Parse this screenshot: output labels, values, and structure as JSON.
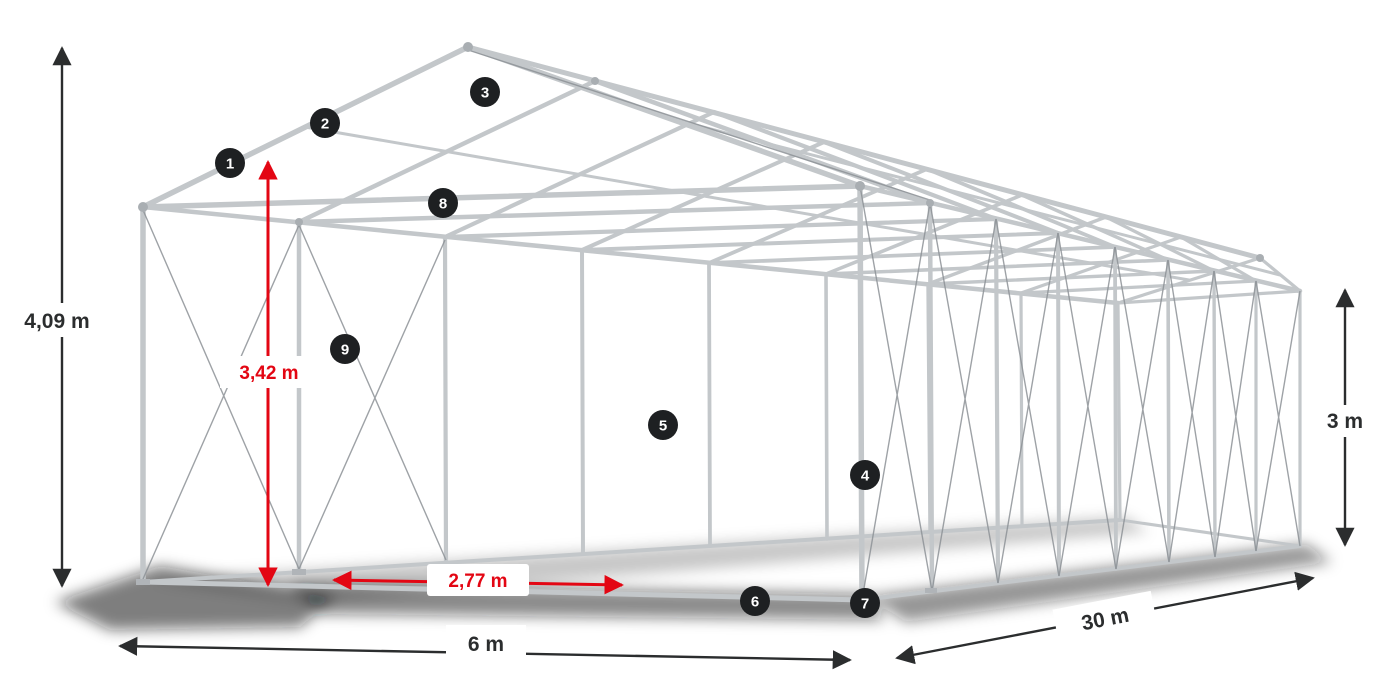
{
  "diagram": {
    "type": "tent-frame-perspective-wireframe",
    "dimensions": {
      "total_height": "4,09 m",
      "inner_height": "3,42 m",
      "side_height": "3 m",
      "inner_width": "2,77 m",
      "front_width": "6 m",
      "length": "30 m"
    },
    "markers": [
      {
        "label": "1"
      },
      {
        "label": "2"
      },
      {
        "label": "3"
      },
      {
        "label": "8"
      },
      {
        "label": "9"
      },
      {
        "label": "5"
      },
      {
        "label": "4"
      },
      {
        "label": "6"
      },
      {
        "label": "7"
      }
    ],
    "colors": {
      "background": "#ffffff",
      "frame": "#c3c7ca",
      "frame_dark": "#8d9296",
      "dimension_text": "#2b2d2e",
      "accent_red": "#e30613",
      "marker_bg": "#1e2022",
      "marker_text": "#ffffff"
    }
  }
}
